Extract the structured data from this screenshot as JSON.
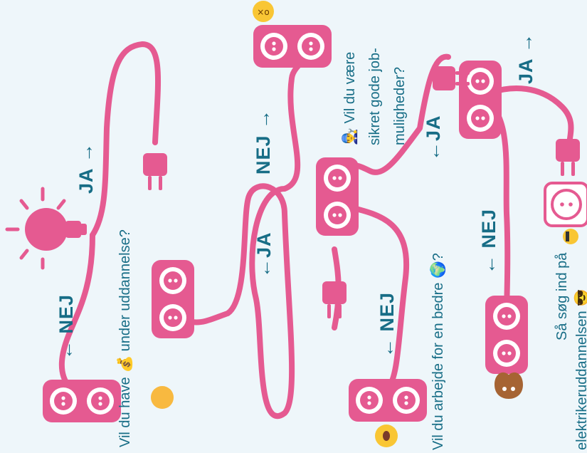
{
  "colors": {
    "background": "#eef6fa",
    "cable": "#e55a91",
    "text": "#176d86",
    "emoji": "#f9c634"
  },
  "questions": {
    "q1": "Vil du have 💰 under uddannelse?",
    "q2_line1": "👨‍🔧 Vil du være",
    "q2_line2": "sikret gode job-",
    "q2_line3": "muligheder?",
    "q3": "Vil du  arbejde for en bedre 🌍?",
    "final_line1": "Så søg ind på",
    "final_line2": "elektrikeruddannelsen 😎"
  },
  "labels": {
    "ja_1": "JA →",
    "nej_1": "← NEJ",
    "nej_2": "NEJ →",
    "ja_2": "←JA",
    "ja_3": "←JA",
    "nej_3": "← NEJ",
    "nej_4": "← NEJ",
    "ja_4": "JA →"
  },
  "icons": [
    "lightbulb-icon",
    "dizzy-face-emoji",
    "hot-face-emoji",
    "screaming-face-emoji",
    "poop-emoji",
    "sunglasses-emoji",
    "electrician-emoji",
    "earth-emoji",
    "money-bag-emoji",
    "power-socket-icon"
  ]
}
